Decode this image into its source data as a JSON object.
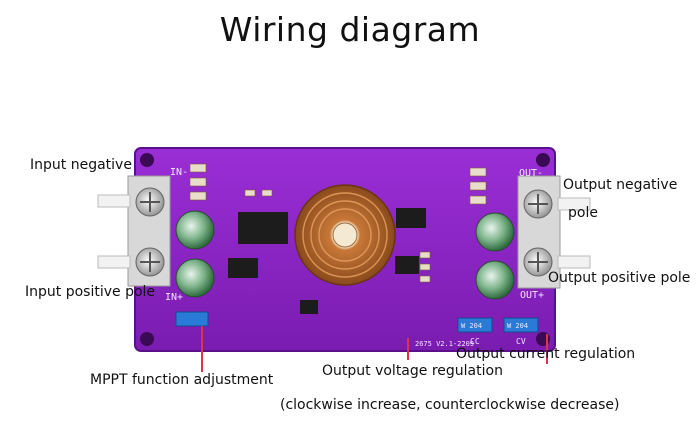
{
  "title": "Wiring diagram",
  "labels": {
    "input_negative": "Input negative",
    "input_positive": "Input positive pole",
    "output_negative_1": "Output negative",
    "output_negative_2": "pole",
    "output_positive": "Output positive pole",
    "mppt": "MPPT function adjustment",
    "voltage_reg": "Output voltage regulation",
    "current_reg": "Output current regulation",
    "note": "(clockwise increase, counterclockwise decrease)"
  },
  "silkscreen": {
    "in_neg": "IN-",
    "in_pos": "IN+",
    "out_neg": "OUT-",
    "out_pos": "OUT+",
    "cc": "CC",
    "cv": "CV",
    "pot": "W 204",
    "version": "2675 V2.1-2209"
  },
  "colors": {
    "pcb": "#8a22c4",
    "pcb_dark": "#5c0f8a",
    "leader": "#e0304a"
  }
}
